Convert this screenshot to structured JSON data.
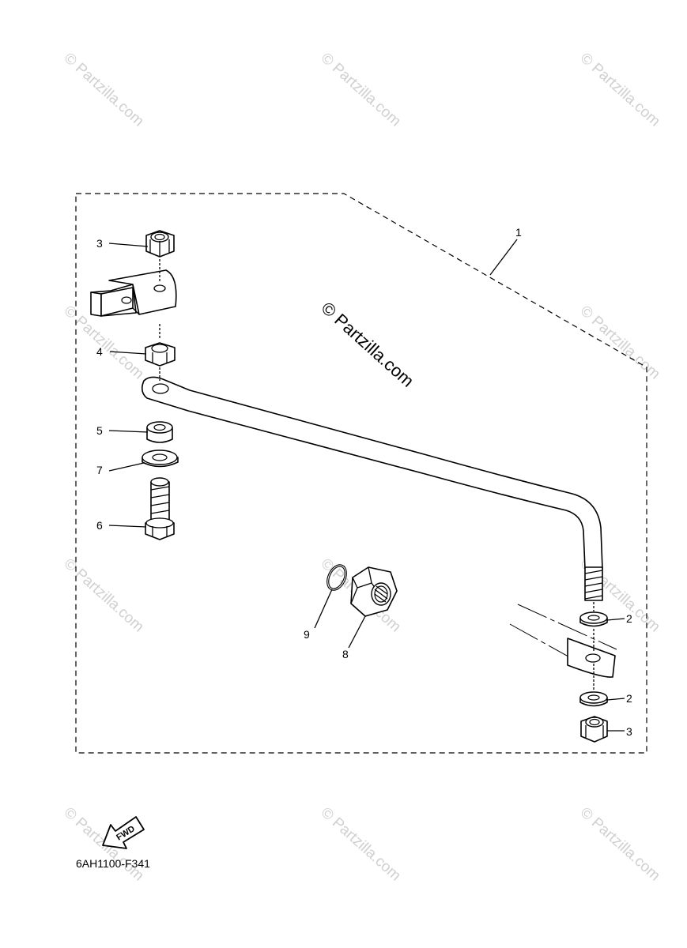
{
  "watermark": {
    "tile_text": "© Partzilla.com",
    "center_text": "© Partzilla.com"
  },
  "callouts": {
    "part1": "1",
    "part2_upper": "2",
    "part2_lower": "2",
    "part3_upper": "3",
    "part3_lower": "3",
    "part4": "4",
    "part5": "5",
    "part6": "6",
    "part7": "7",
    "part8": "8",
    "part9": "9"
  },
  "forward_arrow": {
    "label": "FWD"
  },
  "diagram_code": "6AH1100-F341",
  "colors": {
    "ink": "#000000",
    "watermark": "#d0d0d0",
    "background": "#ffffff"
  }
}
